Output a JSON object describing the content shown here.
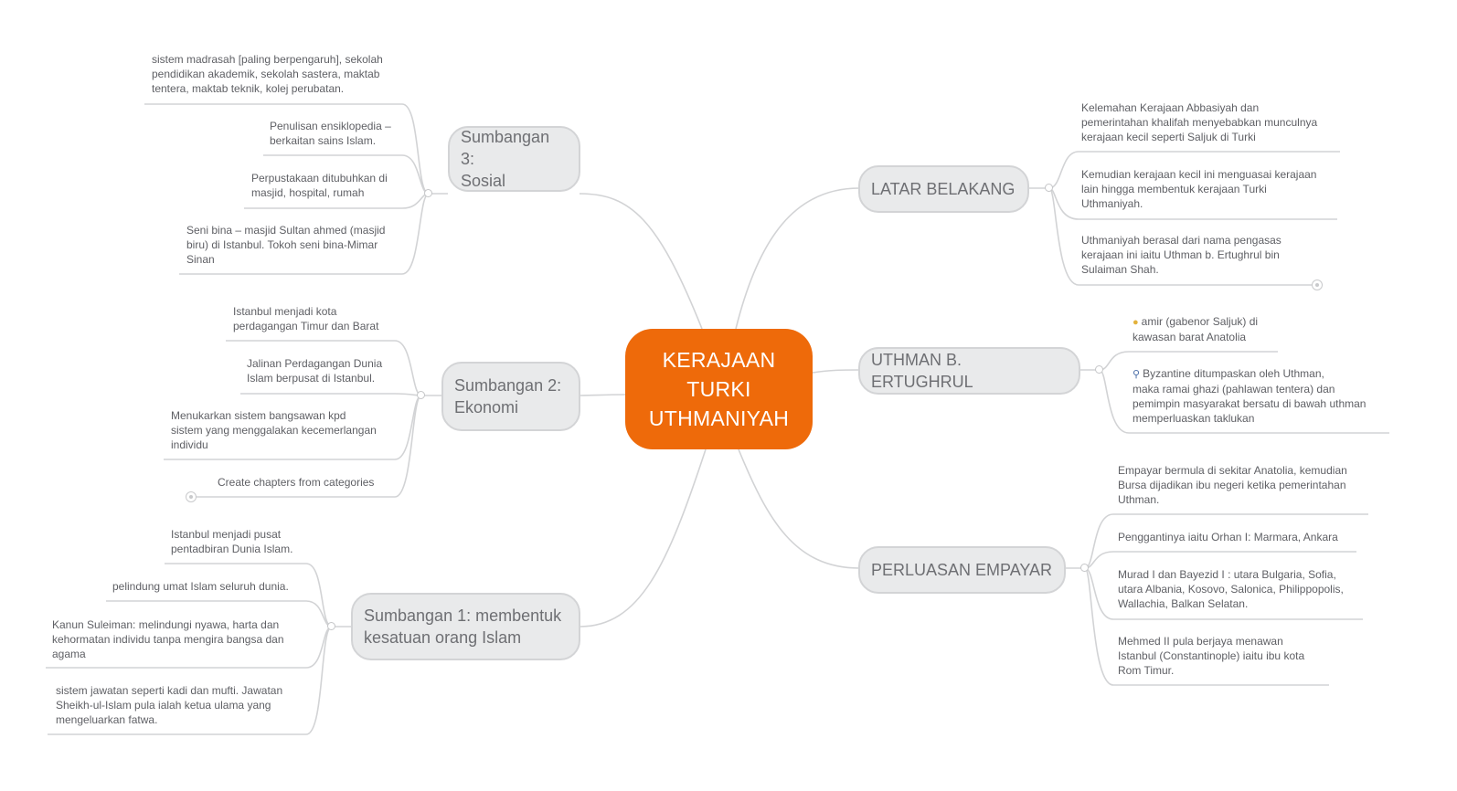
{
  "root": {
    "label": "KERAJAAN\nTURKI\nUTHMANIYAH",
    "color": "#ee6a0a"
  },
  "topics": {
    "latar": {
      "label": "LATAR BELAKANG",
      "leaves": [
        "Kelemahan Kerajaan Abbasiyah dan\npemerintahan khalifah menyebabkan munculnya\nkerajaan kecil seperti Saljuk di Turki",
        "Kemudian kerajaan kecil  ini menguasai kerajaan\nlain hingga membentuk kerajaan Turki\nUthmaniyah.",
        "Uthmaniyah berasal dari nama pengasas\nkerajaan ini iaitu Uthman b. Ertughrul bin\nSulaiman Shah."
      ]
    },
    "uthman": {
      "label": "UTHMAN B. ERTUGHRUL",
      "leaves": [
        {
          "icon": "lightbulb-icon",
          "text": "amir (gabenor Saljuk) di\nkawasan barat Anatolia"
        },
        {
          "icon": "magnifier-icon",
          "text": "Byzantine ditumpaskan oleh Uthman,\nmaka ramai ghazi (pahlawan tentera) dan\npemimpin masyarakat bersatu di bawah uthman\nmemperluaskan taklukan"
        }
      ]
    },
    "perluasan": {
      "label": "PERLUASAN EMPAYAR",
      "leaves": [
        "Empayar bermula di sekitar Anatolia, kemudian\nBursa dijadikan ibu negeri ketika pemerintahan\nUthman.",
        "Penggantinya iaitu Orhan I: Marmara, Ankara",
        "Murad I dan Bayezid I : utara Bulgaria, Sofia,\nutara Albania, Kosovo, Salonica, Philippopolis,\nWallachia, Balkan Selatan.",
        "Mehmed II pula berjaya menawan\nIstanbul (Constantinople) iaitu ibu kota\nRom Timur."
      ]
    },
    "sosial": {
      "label": "Sumbangan 3:\nSosial",
      "leaves": [
        "sistem madrasah [paling berpengaruh], sekolah\npendidikan akademik, sekolah sastera, maktab\ntentera, maktab teknik, kolej perubatan.",
        "Penulisan ensiklopedia –\nberkaitan sains Islam.",
        "Perpustakaan ditubuhkan di\nmasjid, hospital, rumah",
        "Seni bina – masjid Sultan ahmed (masjid\nbiru) di Istanbul. Tokoh seni bina-Mimar\nSinan"
      ]
    },
    "ekonomi": {
      "label": "Sumbangan 2:\nEkonomi",
      "leaves": [
        "Istanbul menjadi kota\nperdagangan Timur dan Barat",
        "Jalinan Perdagangan Dunia\nIslam berpusat di Istanbul.",
        "Menukarkan sistem bangsawan kpd\nsistem yang menggalakan kecemerlangan\nindividu",
        "Create chapters from categories"
      ]
    },
    "kesatuan": {
      "label": "Sumbangan 1: membentuk\nkesatuan orang Islam",
      "leaves": [
        "Istanbul menjadi pusat\npentadbiran Dunia Islam.",
        "pelindung umat Islam seluruh dunia.",
        "Kanun Suleiman: melindungi nyawa, harta dan\nkehormatan individu tanpa mengira bangsa dan\nagama",
        "sistem jawatan seperti kadi dan mufti. Jawatan\nSheikh-ul-Islam pula ialah ketua ulama yang\nmengeluarkan fatwa."
      ]
    }
  },
  "colors": {
    "line": "#d2d3d5",
    "topic_bg": "#e9eaeb",
    "text": "#5f6065"
  }
}
